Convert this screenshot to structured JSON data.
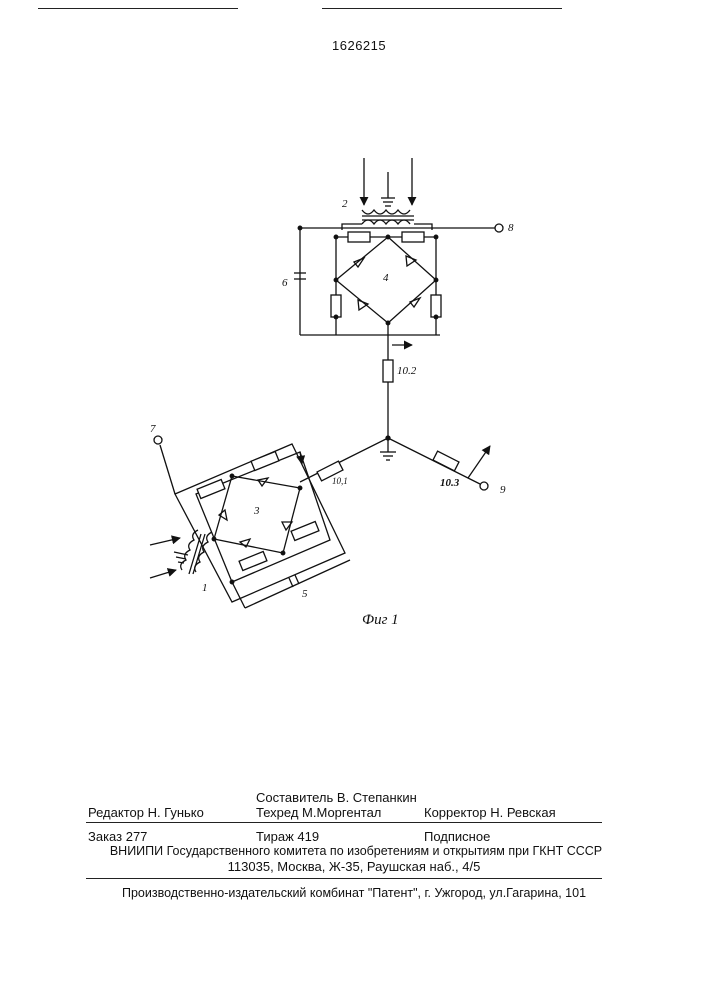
{
  "header": {
    "patent_number": "1626215"
  },
  "figure": {
    "caption": "Фиг 1",
    "labels": {
      "n1": "1",
      "n2": "2",
      "n3": "3",
      "n4": "4",
      "n5": "5",
      "n6": "6",
      "n7": "7",
      "n8": "8",
      "n9": "9",
      "r101": "10,1",
      "r102": "10.2",
      "r103": "10.3"
    }
  },
  "imprint": {
    "compiler": "Составитель В. Степанкин",
    "editor": "Редактор  Н. Гунько",
    "techred": "Техред М.Моргентал",
    "corrector": "Корректор Н. Ревская",
    "order": "Заказ  277",
    "circulation": "Тираж  419",
    "subscription": "Подписное",
    "institute": "ВНИИПИ Государственного комитета по изобретениям и открытиям при ГКНТ СССР",
    "address": "113035, Москва, Ж-35, Раушская наб., 4/5",
    "publisher": "Производственно-издательский комбинат \"Патент\", г. Ужгород, ул.Гагарина, 101"
  }
}
